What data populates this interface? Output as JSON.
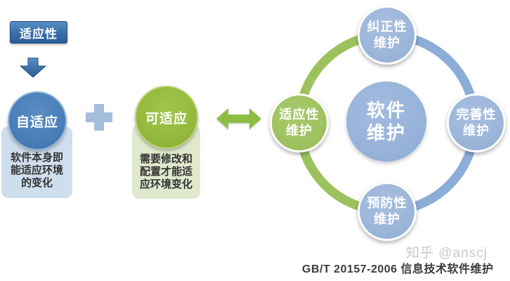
{
  "left_panel": {
    "badge_label": "适应性",
    "self_adaptive": {
      "title": "自适应",
      "desc_line1": "软件本身即",
      "desc_line2": "能适应环境",
      "desc_line3": "的变化"
    },
    "adaptable": {
      "title": "可适应",
      "desc_line1": "需要修改和",
      "desc_line2": "配置才能适",
      "desc_line3": "应环境变化"
    }
  },
  "diagram": {
    "center": {
      "line1": "软件",
      "line2": "维护"
    },
    "nodes": {
      "corrective": {
        "line1": "纠正性",
        "line2": "维护"
      },
      "perfective": {
        "line1": "完善性",
        "line2": "维护"
      },
      "preventive": {
        "line1": "预防性",
        "line2": "维护"
      },
      "adaptive": {
        "line1": "适应性",
        "line2": "维护"
      }
    }
  },
  "footer": {
    "caption": "GB/T 20157-2006 信息技术软件维护",
    "watermark": "知乎 @anscj"
  },
  "colors": {
    "badge_blue": "#3a6ea9",
    "circle_blue": "#4a7fb9",
    "circle_green": "#94ba3e",
    "box_blue": "#cfdeed",
    "box_green": "#e0e9cd",
    "plus_blue": "#a4bddd",
    "arrow_green": "#8dbe44",
    "ring_green": "#9cc25e",
    "ring_blue": "#8badd7",
    "node_blue": "#9cb6da",
    "node_green": "#9fc360",
    "center_blue": "#97b3d9"
  }
}
